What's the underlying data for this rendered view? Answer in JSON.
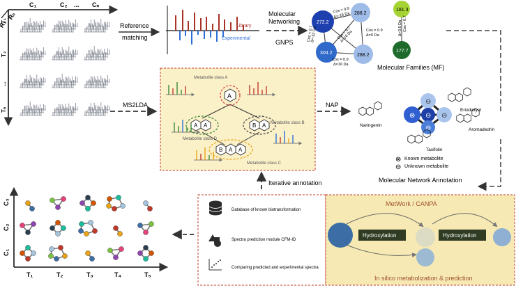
{
  "matrix_axes": {
    "r1": "R₁",
    "rn": "Rₙ",
    "dots_r": "...",
    "c1": "C₁",
    "c2": "C₂",
    "cdots": "...",
    "cn": "Cₙ",
    "t1": "T₁",
    "t2": "T₂",
    "tdots": "...",
    "tn": "Tₙ"
  },
  "arrows": {
    "reference_matching": [
      "Reference",
      "matching"
    ],
    "molecular_networking": [
      "Molecular",
      "Networking"
    ],
    "gnps": "GNPS",
    "ms2lda": "MS2LDA",
    "nap": "NAP",
    "iterative_annotation": "Iterative annotation"
  },
  "spectrum_legend": {
    "library": "Library",
    "experimental": "Experimental"
  },
  "molecular_families": {
    "title": "Molecular Families (MF)",
    "nodes": [
      "272.2",
      "288.2",
      "304.2",
      "288.2",
      "181.3",
      "177.7"
    ],
    "edges": [
      "Cos = 0.9",
      "Δ=-16 Da",
      "Cos = 0.7",
      "Δ=-32 Da",
      "Cos = 0.7",
      "Δ=16 Da",
      "Cos = 0.9",
      "Δ=0 Da",
      "Cos = 0.9",
      "Δ=16 Da",
      "Cos = 0.7",
      "Δ=3.6 Da"
    ]
  },
  "ms2lda_panel": {
    "class_a": "Metabolite class A",
    "class_b": "Metabolite class B",
    "class_c": "Metabolite class C",
    "class_d": "Metabolite class D",
    "node_a": "A",
    "pair_d": [
      "A",
      "A"
    ],
    "pair_b": [
      "B",
      "A"
    ],
    "triple_c": [
      "B",
      "A",
      "A"
    ]
  },
  "network_annotation": {
    "title": "Molecular Network Annotation",
    "compounds": [
      "Eriodictyol",
      "Naringenin",
      "Aromadedrin",
      "Taxifolin"
    ],
    "known": "Known metabolite",
    "unknown": "Unknown metabolite"
  },
  "timecourse": {
    "y_labels": [
      "C₃",
      "C₂",
      "C₁"
    ],
    "x_labels": [
      "T₁",
      "T₂",
      "T₃",
      "T₄",
      "T₅"
    ]
  },
  "tools_panel": {
    "items": [
      "Database of known biotransformation",
      "Spectra prediction module CFM-ID",
      "Comparing predicted and experimental spectra"
    ]
  },
  "metwork_panel": {
    "title": "MetWork / CANPA",
    "reaction_1": "Hydroxylation",
    "reaction_2": "Hydroxylation",
    "footer": "In silico metabolization & prediction"
  },
  "colors": {
    "library": "#a93226",
    "experimental": "#2e6fd6",
    "panel_fill": "#fbf1c9",
    "panel_border": "#c0392b",
    "metwork_fill": "#f6e9b3",
    "reaction_box": "#2f3b22",
    "node_dark": "#3c6ea5"
  }
}
